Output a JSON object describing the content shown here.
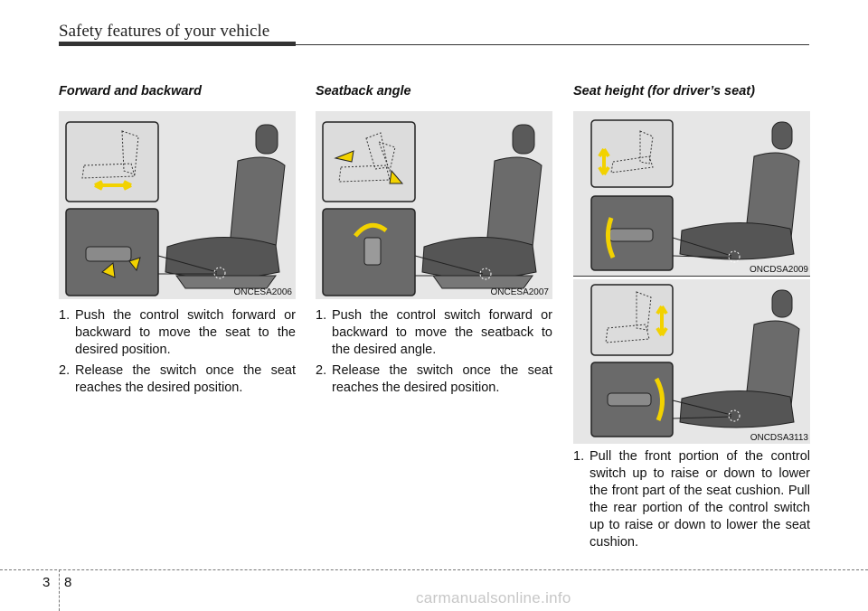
{
  "header": {
    "title": "Safety features of your vehicle"
  },
  "columns": [
    {
      "title": "Forward and backward",
      "figure_code": "ONCESA2006",
      "steps": [
        "Push the control switch forward or backward to move the seat to the desired position.",
        "Release the switch once the seat reaches the desired position."
      ]
    },
    {
      "title": "Seatback angle",
      "figure_code": "ONCESA2007",
      "steps": [
        "Push the control switch forward or backward to move the seatback to the desired angle.",
        "Release the switch once the seat reaches the desired position."
      ]
    },
    {
      "title": "Seat height (for driver’s seat)",
      "figure_codes": [
        "ONCDSA2009",
        "ONCDSA3113"
      ],
      "steps": [
        "Pull the front portion of the control switch up to raise or down to lower the front part of the seat cushion. Pull the rear portion of the control switch up to raise or down to lower the seat cushion."
      ]
    }
  ],
  "step_numbers": [
    "1.",
    "2."
  ],
  "footer": {
    "chapter": "3",
    "page": "8"
  },
  "watermark": "carmanualsonline.info",
  "colors": {
    "arrow": "#f2d200",
    "seat": "#5a5a5a",
    "figure_bg": "#e6e6e6"
  }
}
